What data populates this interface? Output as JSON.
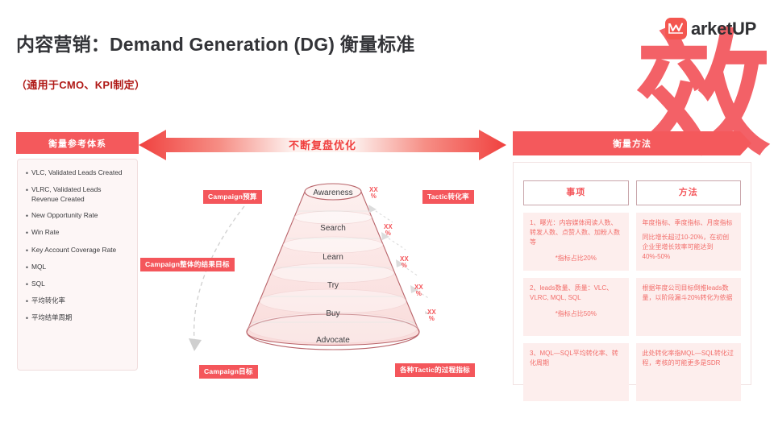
{
  "header": {
    "title": "内容营销：Demand Generation (DG) 衡量标准",
    "subtitle": "（通用于CMO、KPI制定）",
    "watermark": "效",
    "logo_text": "arketUP"
  },
  "arrow": {
    "label": "不断复盘优化"
  },
  "left_section": {
    "banner": "衡量参考体系",
    "items": [
      "VLC, Validated Leads Created",
      "VLRC, Validated Leads Revenue Created",
      "New Opportunity Rate",
      "Win Rate",
      "Key Account Coverage Rate",
      "MQL",
      "SQL",
      "平均转化率",
      "平均结单周期"
    ]
  },
  "funnel": {
    "stages": [
      "Awareness",
      "Search",
      "Learn",
      "Try",
      "Buy",
      "Advocate"
    ],
    "conversion_markers": [
      "XX\n%",
      "XX\n%",
      "XX\n%",
      "XX\n%",
      "XX\n%"
    ],
    "marker_top": "XX",
    "marker_bottom": "%",
    "tags": {
      "budget": "Campaign预算",
      "overall_goal": "Campaign整体的结果目标",
      "goal": "Campaign目标",
      "tactic_conversion": "Tactic转化率",
      "tactic_process": "各种Tactic的过程指标"
    }
  },
  "right_section": {
    "banner": "衡量方法",
    "columns": [
      "事项",
      "方法"
    ],
    "rows": [
      {
        "item": "1、曝光：内容媒体阅读人数、转发人数、点赞人数、加粉人数等",
        "item_note": "*指标占比20%",
        "method_1": "年度指标、季度指标、月度指标",
        "method_2": "同比增长超过10-20%，在初创企业里增长效率可能达到40%-50%"
      },
      {
        "item": "2、leads数量、质量：VLC、 VLRC, MQL, SQL",
        "item_note": "*指标占比50%",
        "method_1": "根据年度公司目标倒推leads数量，以阶段漏斗20%转化为依据",
        "method_2": ""
      },
      {
        "item": "3、MQL—SQL平均转化率、转化周期",
        "item_note": "",
        "method_1": "此处转化率指MQL—SQL转化过程，考核的可能更多是SDR",
        "method_2": ""
      }
    ]
  },
  "colors": {
    "brand_red": "#f4565b",
    "deep_red": "#b01a17",
    "title_gray": "#333438",
    "panel_bg": "#fdf6f6",
    "cell_bg": "#fdeeed"
  }
}
